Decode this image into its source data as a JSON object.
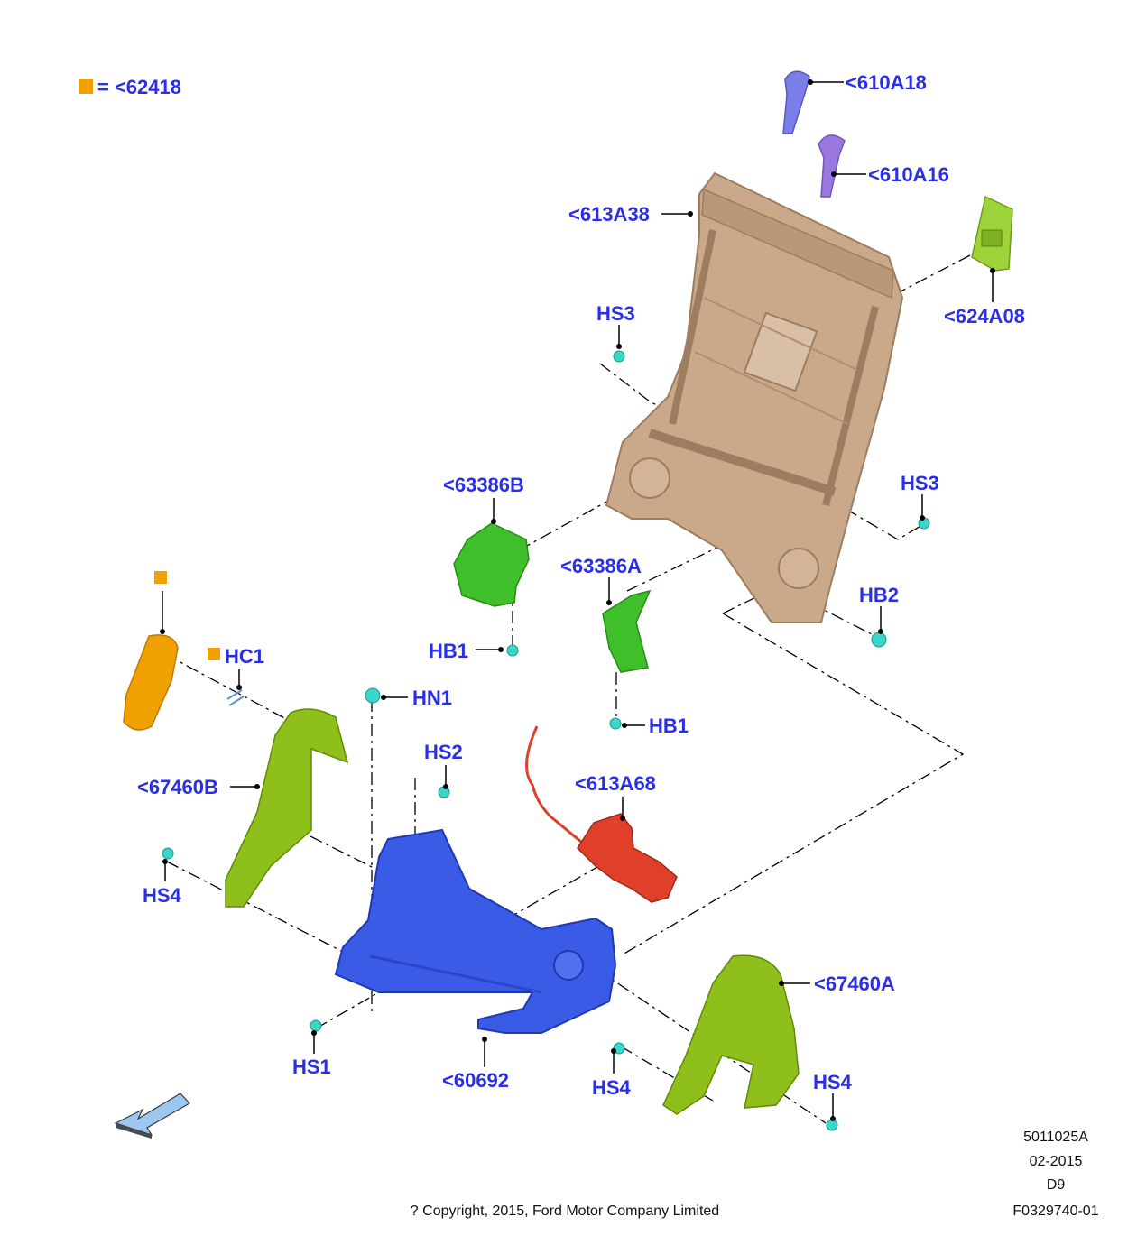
{
  "legend": {
    "marker_color": "#f0a000",
    "text": "= <62418"
  },
  "colors": {
    "label": "#2a2ee6",
    "frame": "#c9a98a",
    "frame_dark": "#9c7d60",
    "green_bracket": "#3fbf2a",
    "olive_cover": "#8fbf1a",
    "orange_handle": "#f0a000",
    "blue_base": "#3a5be6",
    "red_motor": "#e0402a",
    "cyan_fastener": "#3ad6c8",
    "violet_pin_a": "#7b7ee8",
    "violet_pin_b": "#9a78e0"
  },
  "labels": {
    "l_610A18": "<610A18",
    "l_610A16": "<610A16",
    "l_613A38": "<613A38",
    "l_624A08": "<624A08",
    "l_HS3_top": "HS3",
    "l_HS3_right": "HS3",
    "l_63386B": "<63386B",
    "l_63386A": "<63386A",
    "l_HB2": "HB2",
    "l_HB1_left": "HB1",
    "l_HB1_mid": "HB1",
    "l_HC1": "HC1",
    "l_HN1": "HN1",
    "l_HS2": "HS2",
    "l_613A68": "<613A68",
    "l_67460B": "<67460B",
    "l_HS4_left": "HS4",
    "l_67460A": "<67460A",
    "l_HS1": "HS1",
    "l_60692": "<60692",
    "l_HS4_mid": "HS4",
    "l_HS4_right": "HS4"
  },
  "footer": {
    "code": "5011025A",
    "date": "02-2015",
    "rev": "D9",
    "copyright": "? Copyright, 2015, Ford Motor Company Limited",
    "ref": "F0329740-01"
  },
  "icons": {
    "orientation": "direction-arrow-icon"
  }
}
